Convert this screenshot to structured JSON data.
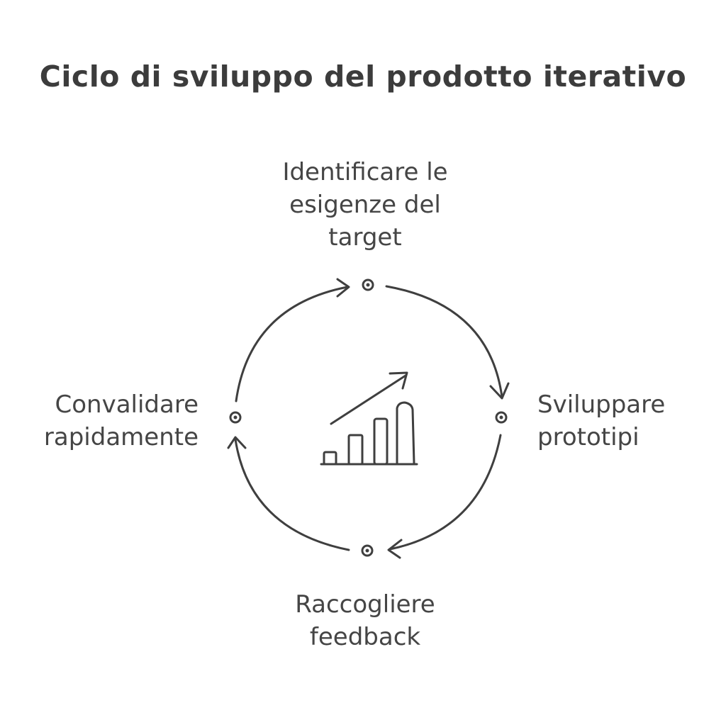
{
  "title": "Ciclo di sviluppo del prodotto iterativo",
  "steps": [
    {
      "position": "top",
      "label": "Identificare le\nesigenze del\ntarget"
    },
    {
      "position": "right",
      "label": "Sviluppare\nprototipi"
    },
    {
      "position": "bottom",
      "label": "Raccogliere\nfeedback"
    },
    {
      "position": "left",
      "label": "Convalidare\nrapidamente"
    }
  ],
  "center_icon": "growth-bar-chart-icon",
  "colors": {
    "text": "#454545",
    "stroke": "#3f3f3f",
    "background": "#ffffff"
  }
}
